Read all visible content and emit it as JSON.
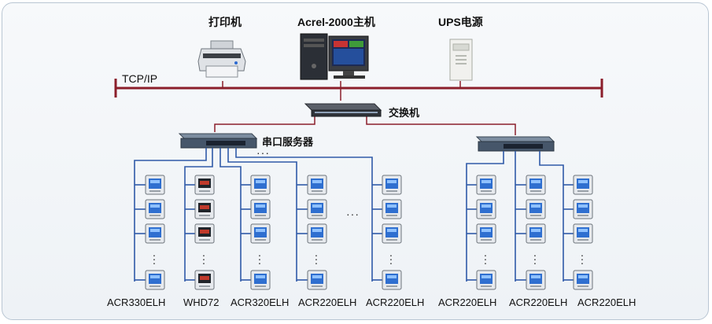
{
  "devices": {
    "printer": "打印机",
    "host": "Acrel-2000主机",
    "ups": "UPS电源",
    "switch": "交换机",
    "serial_server": "串口服务器"
  },
  "network": {
    "bus_label": "TCP/IP"
  },
  "meter_groups": [
    {
      "label": "ACR330ELH"
    },
    {
      "label": "WHD72"
    },
    {
      "label": "ACR320ELH"
    },
    {
      "label": "ACR220ELH"
    },
    {
      "label": "ACR220ELH"
    },
    {
      "label": "ACR220ELH"
    },
    {
      "label": "ACR220ELH"
    },
    {
      "label": "ACR220ELH"
    }
  ],
  "ellipsis": "···",
  "colors": {
    "bus": "#8b1e2b",
    "rs485": "#2f5aa8",
    "meter_screen": "#2f6fd0",
    "whd_screen": "#c0392b"
  }
}
